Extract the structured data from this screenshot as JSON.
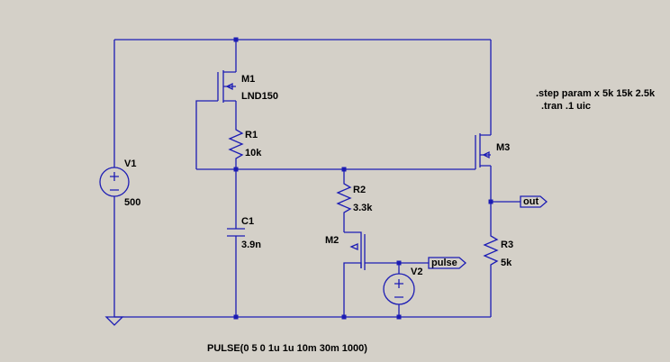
{
  "components": {
    "V1": {
      "name": "V1",
      "value": "500"
    },
    "M1": {
      "name": "M1",
      "value": "LND150"
    },
    "R1": {
      "name": "R1",
      "value": "10k"
    },
    "C1": {
      "name": "C1",
      "value": "3.9n"
    },
    "R2": {
      "name": "R2",
      "value": "3.3k"
    },
    "M2": {
      "name": "M2"
    },
    "V2": {
      "name": "V2",
      "value": "PULSE(0 5 0 1u 1u 10m 30m 1000)"
    },
    "M3": {
      "name": "M3"
    },
    "R3": {
      "name": "R3",
      "value": "5k"
    }
  },
  "net_labels": {
    "out": "out",
    "pulse": "pulse"
  },
  "directives": {
    "step": ".step param x 5k 15k 2.5k",
    "tran": ".tran .1 uic"
  },
  "colors": {
    "background": "#d4d0c8",
    "wire": "#1c1cb4",
    "text": "#000000"
  }
}
